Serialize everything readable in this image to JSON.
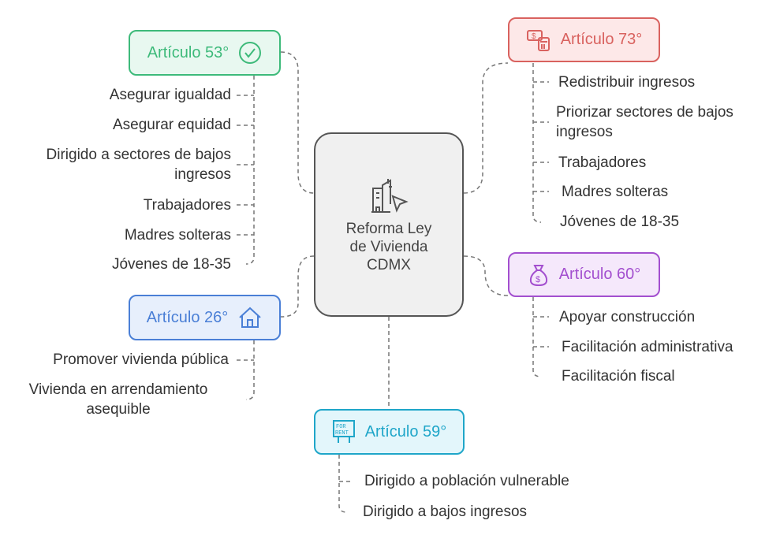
{
  "center": {
    "title": "Reforma Ley de Vivienda CDMX",
    "icon": "city-cursor-icon"
  },
  "branches": {
    "a53": {
      "label": "Artículo 53°",
      "icon": "check-circle-icon",
      "color": "#3dba7a",
      "fill": "#e8f8f0",
      "items": [
        "Asegurar igualdad",
        "Asegurar equidad",
        "Dirigido a sectores de bajos ingresos",
        "Trabajadores",
        "Madres solteras",
        "Jóvenes de 18-35"
      ]
    },
    "a73": {
      "label": "Artículo 73°",
      "icon": "money-calculator-icon",
      "color": "#d9625f",
      "fill": "#fde8e8",
      "items": [
        "Redistribuir ingresos",
        "Priorizar sectores de bajos ingresos",
        "Trabajadores",
        "Madres solteras",
        "Jóvenes de 18-35"
      ]
    },
    "a26": {
      "label": "Artículo 26°",
      "icon": "house-icon",
      "color": "#4a7fd6",
      "fill": "#e7effc",
      "items": [
        "Promover vivienda pública",
        "Vivienda en arrendamiento asequible"
      ]
    },
    "a60": {
      "label": "Artículo 60°",
      "icon": "money-bag-icon",
      "color": "#a34fcf",
      "fill": "#f5e8fb",
      "items": [
        "Apoyar construcción",
        "Facilitación administrativa",
        "Facilitación fiscal"
      ]
    },
    "a59": {
      "label": "Artículo 59°",
      "icon": "for-rent-sign-icon",
      "icon_text": "FOR RENT",
      "color": "#1fa6c9",
      "fill": "#e3f6fb",
      "items": [
        "Dirigido a población vulnerable",
        "Dirigido a bajos ingresos"
      ]
    }
  }
}
